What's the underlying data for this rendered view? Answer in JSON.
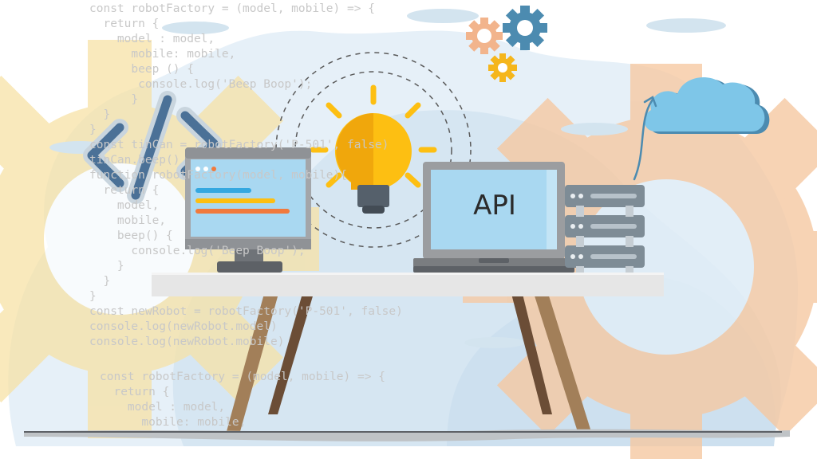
{
  "laptop": {
    "screen_text": "API"
  },
  "code_top": [
    "const robotFactory = (model, mobile) => {",
    "  return {",
    "    model : model,",
    "      mobile: mobile,",
    "      beep () {",
    "       console.log('Beep Boop');",
    "      }",
    "  }",
    "}",
    "const tinCan = robotFactory('P-501', false)",
    "tinCan.beep()",
    "function robotFactory(model, mobile){",
    "  return {",
    "    model,",
    "    mobile,",
    "    beep() {",
    "      console.log('Beep Boop');",
    "    }",
    "  }",
    "}",
    "const newRobot = robotFactory('P-501', false)",
    "console.log(newRobot.model)",
    "console.log(newRobot.mobile)"
  ],
  "code_bottom": [
    "const robotFactory = (model, mobile) => {",
    "  return {",
    "    model : model,",
    "      mobile: mobile,"
  ],
  "colors": {
    "sky_blob": "#dce9f4",
    "gear_orange": "#f6c9a2",
    "gear_yellow": "#f7e2a6",
    "bulb": "#fdbf12",
    "screen": "#a9d8f1",
    "device_grey": "#9b9da0",
    "table_top": "#e6e6e6",
    "table_legs": "#7d5a3c",
    "cloud": "#7ec6e8",
    "server": "#7e8c96"
  },
  "icons": [
    "code-brackets-icon",
    "gear-icon",
    "light-bulb-icon",
    "cloud-icon",
    "server-icon",
    "arrow-up-icon"
  ]
}
